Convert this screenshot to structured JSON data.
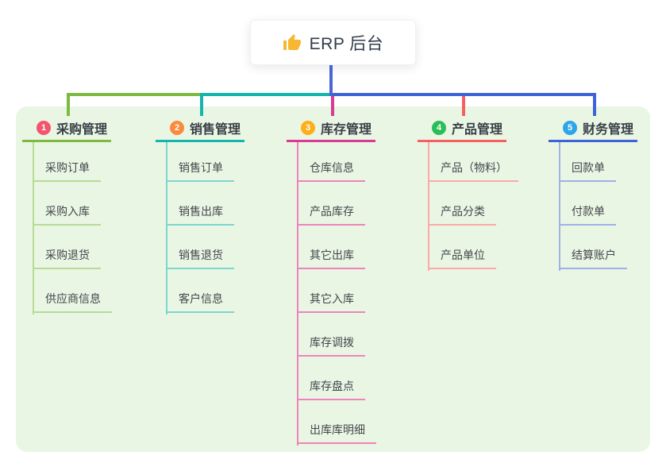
{
  "root": {
    "title": "ERP 后台",
    "icon": "thumbs-up-icon",
    "icon_color": "#f7b733",
    "stem_color": "#4a67d8"
  },
  "panel": {
    "background": "#eaf6e4"
  },
  "branches": [
    {
      "badge": "1",
      "badge_color": "#f3546e",
      "label": "采购管理",
      "line_color": "#7cbb40",
      "child_line_color": "#b6db94",
      "items": [
        "采购订单",
        "采购入库",
        "采购退货",
        "供应商信息"
      ]
    },
    {
      "badge": "2",
      "badge_color": "#fb8a3c",
      "label": "销售管理",
      "line_color": "#13b5ad",
      "child_line_color": "#7ed5cf",
      "items": [
        "销售订单",
        "销售出库",
        "销售退货",
        "客户信息"
      ]
    },
    {
      "badge": "3",
      "badge_color": "#fcaf17",
      "label": "库存管理",
      "line_color": "#d93a94",
      "child_line_color": "#ef83bb",
      "items": [
        "仓库信息",
        "产品库存",
        "其它出库",
        "其它入库",
        "库存调拨",
        "库存盘点",
        "出库库明细"
      ]
    },
    {
      "badge": "4",
      "badge_color": "#2abd58",
      "label": "产品管理",
      "line_color": "#f55f5f",
      "child_line_color": "#fba9a9",
      "items": [
        "产品（物料）",
        "产品分类",
        "产品单位"
      ]
    },
    {
      "badge": "5",
      "badge_color": "#2ca6e8",
      "label": "财务管理",
      "line_color": "#3e63d8",
      "child_line_color": "#9db1e6",
      "items": [
        "回款单",
        "付款单",
        "结算账户"
      ]
    }
  ]
}
